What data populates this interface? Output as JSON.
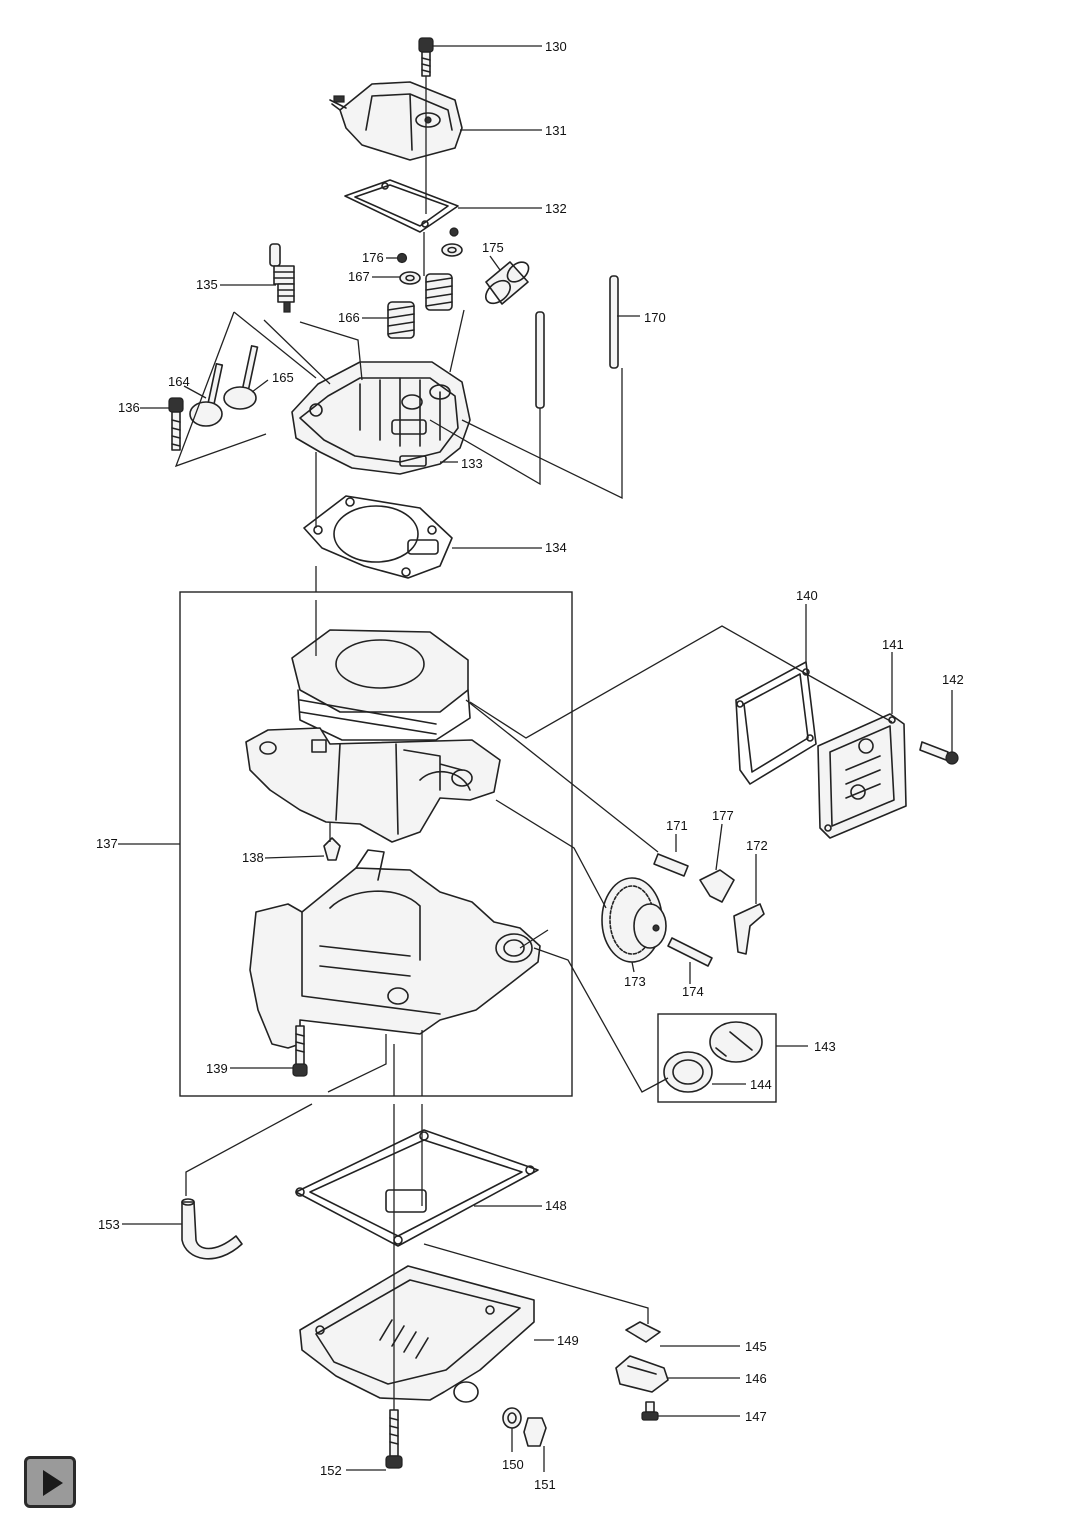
{
  "labels": {
    "p130": "130",
    "p131": "131",
    "p132": "132",
    "p133": "133",
    "p134": "134",
    "p135": "135",
    "p136": "136",
    "p137": "137",
    "p138": "138",
    "p139": "139",
    "p140": "140",
    "p141": "141",
    "p142": "142",
    "p143": "143",
    "p144": "144",
    "p145": "145",
    "p146": "146",
    "p147": "147",
    "p148": "148",
    "p149": "149",
    "p150": "150",
    "p151": "151",
    "p152": "152",
    "p153": "153",
    "p164": "164",
    "p165": "165",
    "p166": "166",
    "p167": "167",
    "p170": "170",
    "p171": "171",
    "p172": "172",
    "p173": "173",
    "p174": "174",
    "p175": "175",
    "p176": "176",
    "p177": "177"
  },
  "icons": {
    "next_page": "play-triangle-icon"
  },
  "colors": {
    "ink": "#222222",
    "button_fill": "#9a9a9a"
  }
}
